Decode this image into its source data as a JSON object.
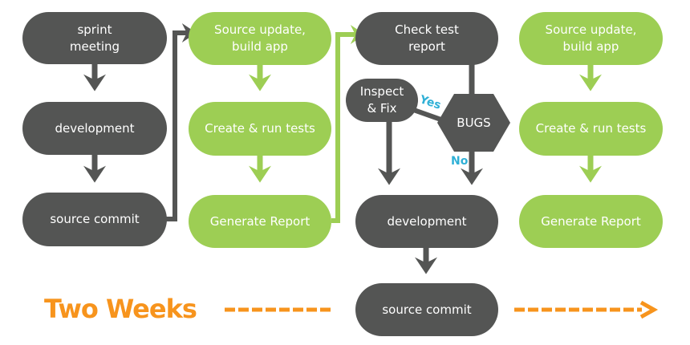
{
  "colors": {
    "dark": "#545554",
    "green": "#9dce54",
    "accent": "#f7941d",
    "decision_label": "#2fb0d6"
  },
  "columns": [
    {
      "nodes": [
        "sprint\nmeeting",
        "development",
        "source commit"
      ]
    },
    {
      "nodes": [
        "Source update,\nbuild app",
        "Create & run tests",
        "Generate Report"
      ]
    },
    {
      "nodes": [
        "Check test\nreport",
        "Inspect\n& Fix",
        "BUGS",
        "development",
        "source commit"
      ]
    },
    {
      "nodes": [
        "Source update,\nbuild app",
        "Create & run tests",
        "Generate Report"
      ]
    }
  ],
  "decision": {
    "label": "BUGS",
    "yes": "Yes",
    "no": "No"
  },
  "timeline": {
    "label": "Two Weeks"
  }
}
